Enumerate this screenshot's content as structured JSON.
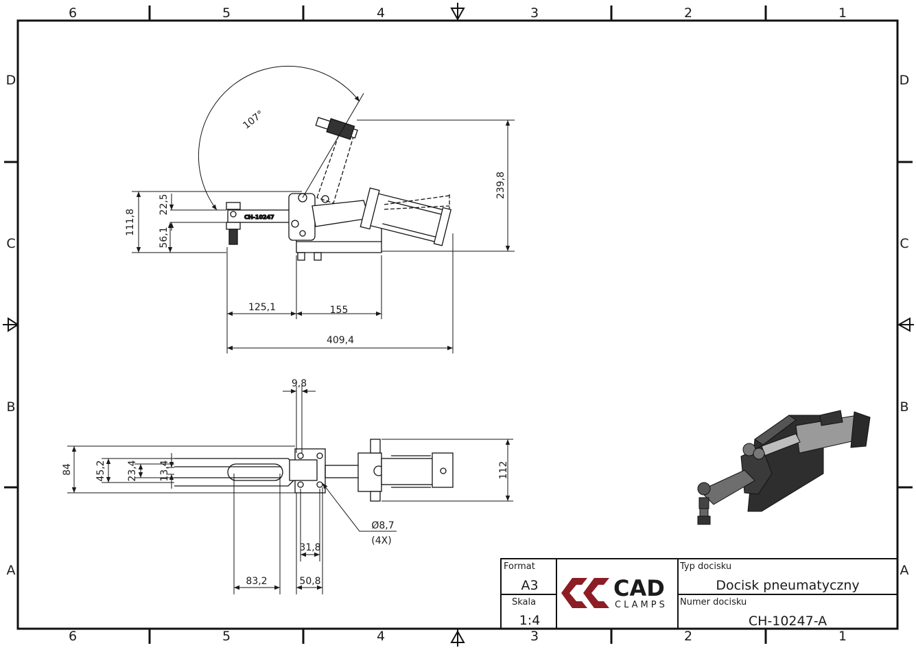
{
  "drawing": {
    "zones_horizontal": [
      "6",
      "5",
      "4",
      "3",
      "2",
      "1"
    ],
    "zones_vertical": [
      "D",
      "C",
      "B",
      "A"
    ],
    "part_label": "CH-10247",
    "dimensions": {
      "angle": "107°",
      "h_22_5": "22,5",
      "h_111_8": "111,8",
      "h_56_1": "56,1",
      "h_239_8": "239,8",
      "w_125_1": "125,1",
      "w_155": "155",
      "w_409_4": "409,4",
      "w_9_8": "9,8",
      "v_84": "84",
      "v_45_2": "45,2",
      "v_23_4": "23,4",
      "v_13_4": "13,4",
      "v_112": "112",
      "hole_dia": "Ø8,7",
      "hole_count": "(4X)",
      "w_31_8": "31,8",
      "w_83_2": "83,2",
      "w_50_8": "50,8"
    }
  },
  "title_block": {
    "format_label": "Format",
    "format_value": "A3",
    "scale_label": "Skala",
    "scale_value": "1:4",
    "type_label": "Typ docisku",
    "type_value": "Docisk pneumatyczny",
    "number_label": "Numer docisku",
    "number_value": "CH-10247-A",
    "logo_text": "CAD",
    "logo_subtext": "CLAMPS",
    "logo_color": "#8c1d24",
    "logo_dark": "#1b1b1b"
  }
}
